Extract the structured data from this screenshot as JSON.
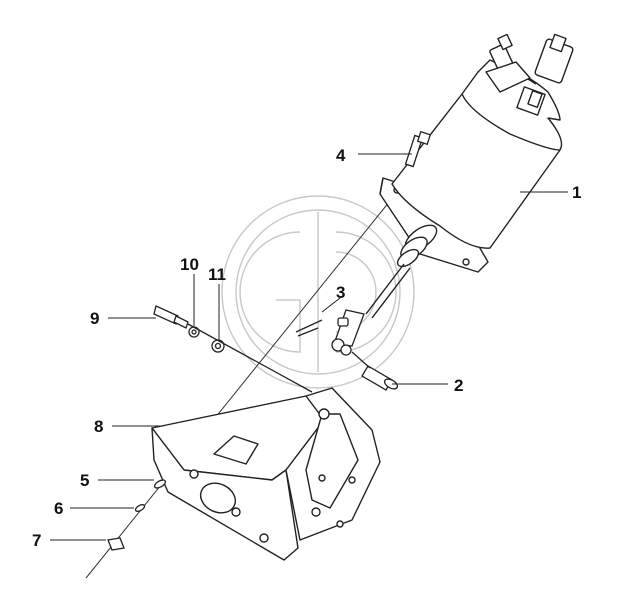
{
  "diagram": {
    "callouts": [
      {
        "label": "1"
      },
      {
        "label": "2"
      },
      {
        "label": "3"
      },
      {
        "label": "4"
      },
      {
        "label": "5"
      },
      {
        "label": "6"
      },
      {
        "label": "7"
      },
      {
        "label": "8"
      },
      {
        "label": "9"
      },
      {
        "label": "10"
      },
      {
        "label": "11"
      }
    ],
    "watermark": "GD"
  },
  "colors": {
    "line": "#222222",
    "watermark": "#c8c8c8",
    "background": "#ffffff"
  }
}
